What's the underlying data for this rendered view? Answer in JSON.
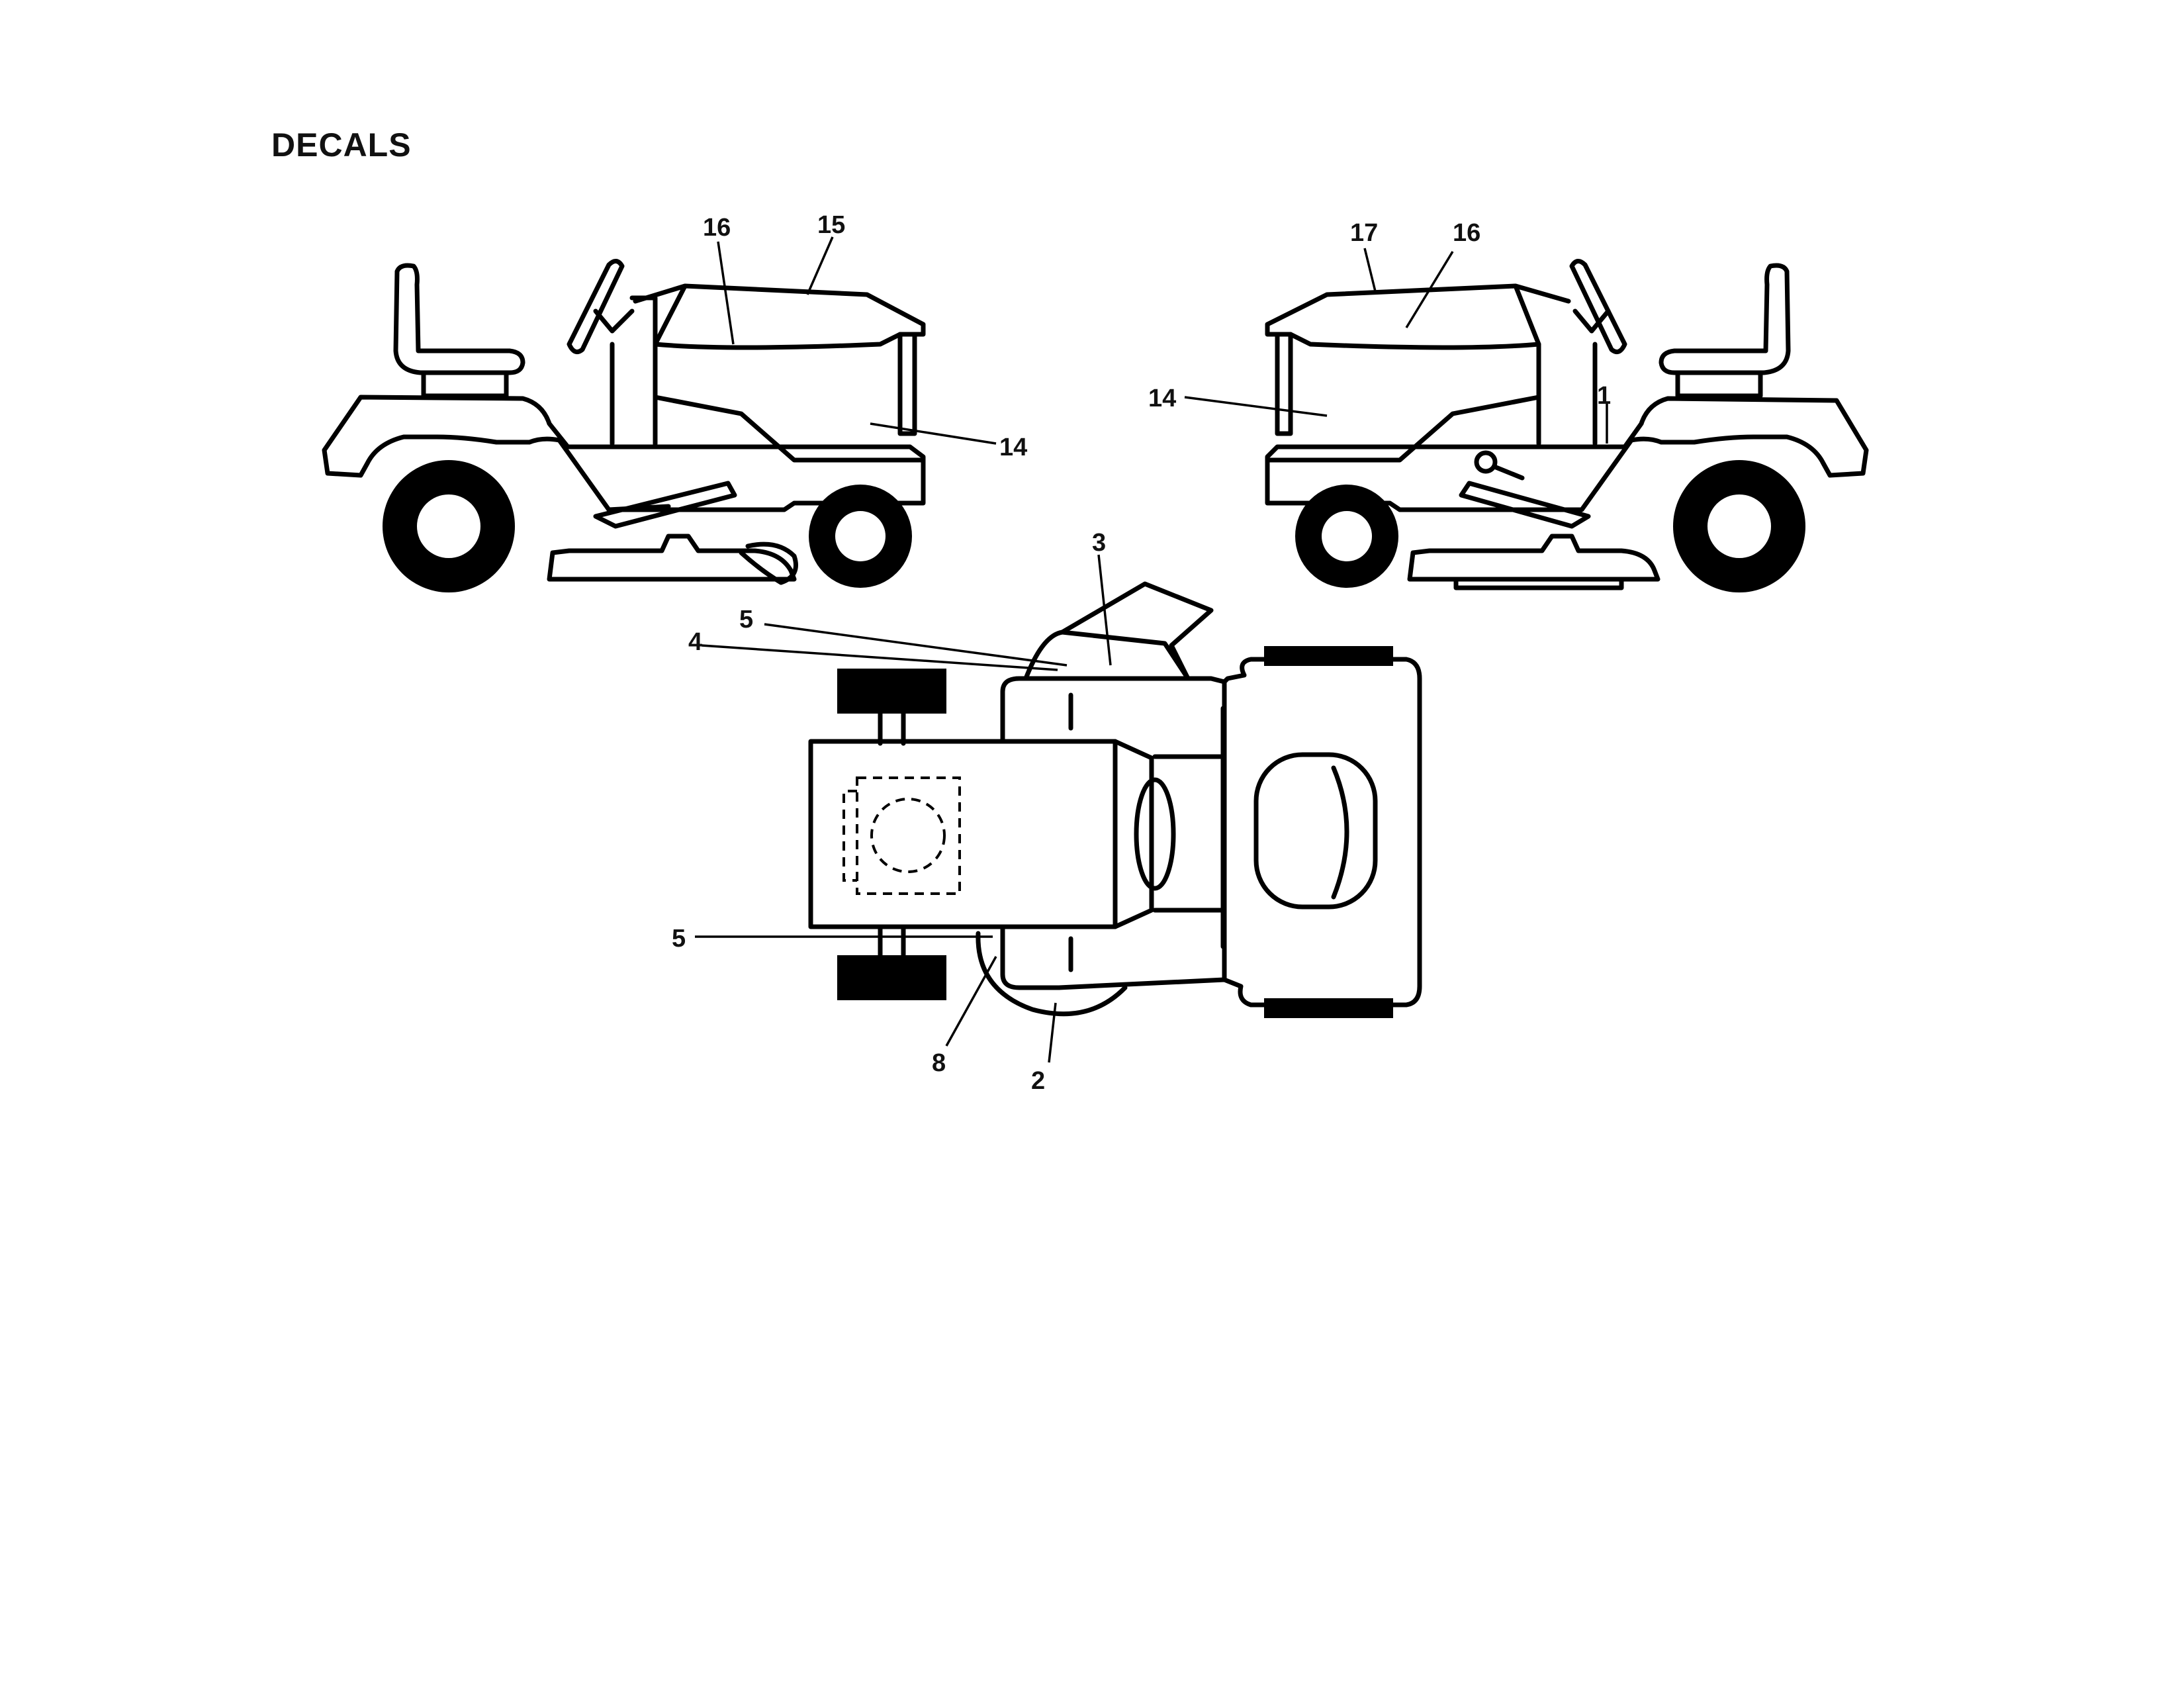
{
  "page": {
    "title": "DECALS"
  },
  "callouts": {
    "left_view": [
      "16",
      "15",
      "14"
    ],
    "right_view": [
      "17",
      "16",
      "14",
      "1"
    ],
    "top_view": [
      "3",
      "5",
      "4",
      "5",
      "8",
      "2"
    ]
  },
  "colors": {
    "ink": "#000000",
    "paper": "#ffffff"
  }
}
